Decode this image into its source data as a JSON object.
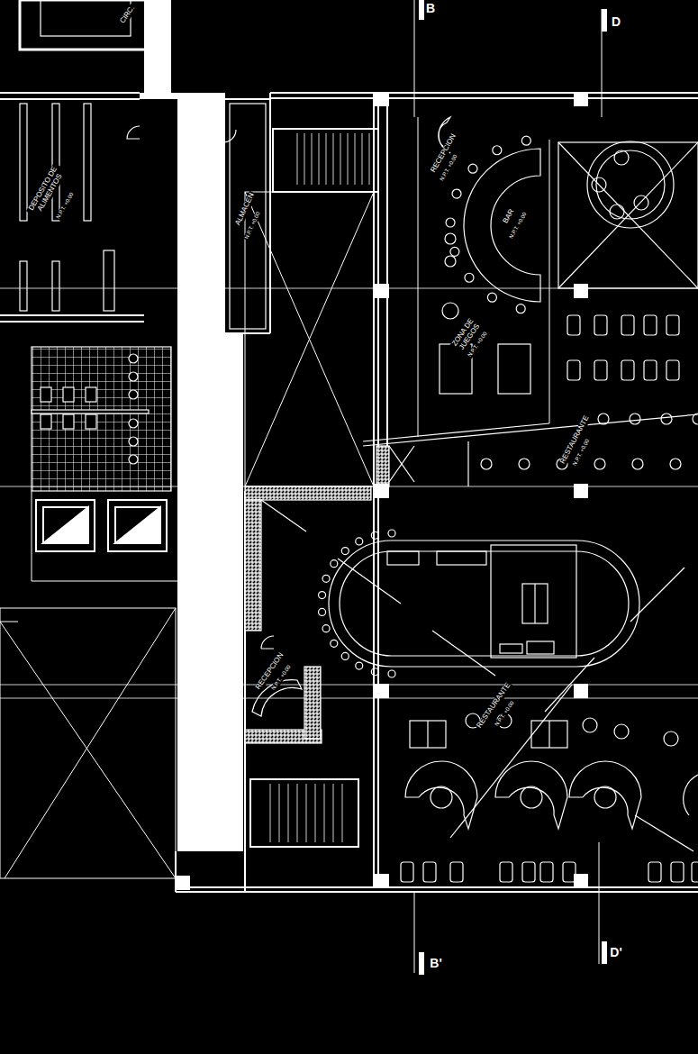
{
  "diagram": {
    "labels": [
      "B",
      "D",
      "B'",
      "D'",
      "DEPOSITO DE ALIMENTOS",
      "N.P.T. +0.00",
      "ALMACEN",
      "N.P.T. +0.00",
      "RECEPCION",
      "N.P.T. +0.00",
      "BAR",
      "N.P.T. +0.00",
      "ZONA DE JUEGOS",
      "N.P.T. +0.00",
      "RESTAURANTE",
      "N.P.T. +0.00",
      "RECEPCION",
      "N.P.T. +0.00",
      "RESTAURANTE",
      "N.P.T. +0.00",
      "CIRC."
    ]
  }
}
